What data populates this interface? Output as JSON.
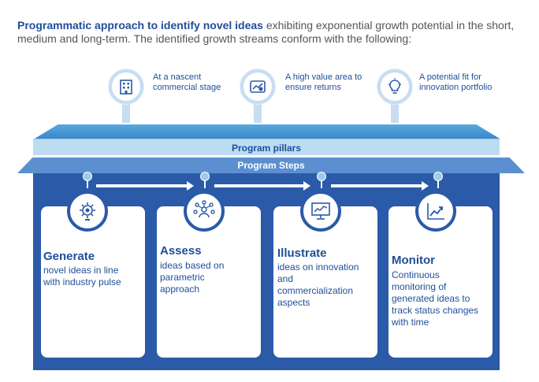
{
  "header": {
    "bold": "Programmatic approach to identify novel ideas",
    "rest": " exhibiting exponential growth potential in the short, medium and long-term. The identified growth streams conform with the following:"
  },
  "pillars": [
    {
      "text": "At a nascent commercial stage",
      "icon": "building-icon"
    },
    {
      "text": "A high value area to ensure returns",
      "icon": "chart-money-icon"
    },
    {
      "text": "A potential fit for innovation portfolio",
      "icon": "lightbulb-icon"
    }
  ],
  "bands": {
    "pillars_label": "Program pillars",
    "steps_label": "Program Steps"
  },
  "steps": [
    {
      "title": "Generate",
      "desc": "novel ideas in line with industry pulse",
      "icon": "gear-bulb-icon"
    },
    {
      "title": "Assess",
      "desc": "ideas based on parametric approach",
      "icon": "network-person-icon"
    },
    {
      "title": "Illustrate",
      "desc": "ideas on innovation and commercialization aspects",
      "icon": "presentation-icon"
    },
    {
      "title": "Monitor",
      "desc": "Continuous monitoring of generated ideas to track status changes with time",
      "icon": "trend-chart-icon"
    }
  ],
  "colors": {
    "brand_dark": "#1f4e9a",
    "block_blue": "#2b5aa8",
    "light_blue": "#bcdcf2"
  }
}
